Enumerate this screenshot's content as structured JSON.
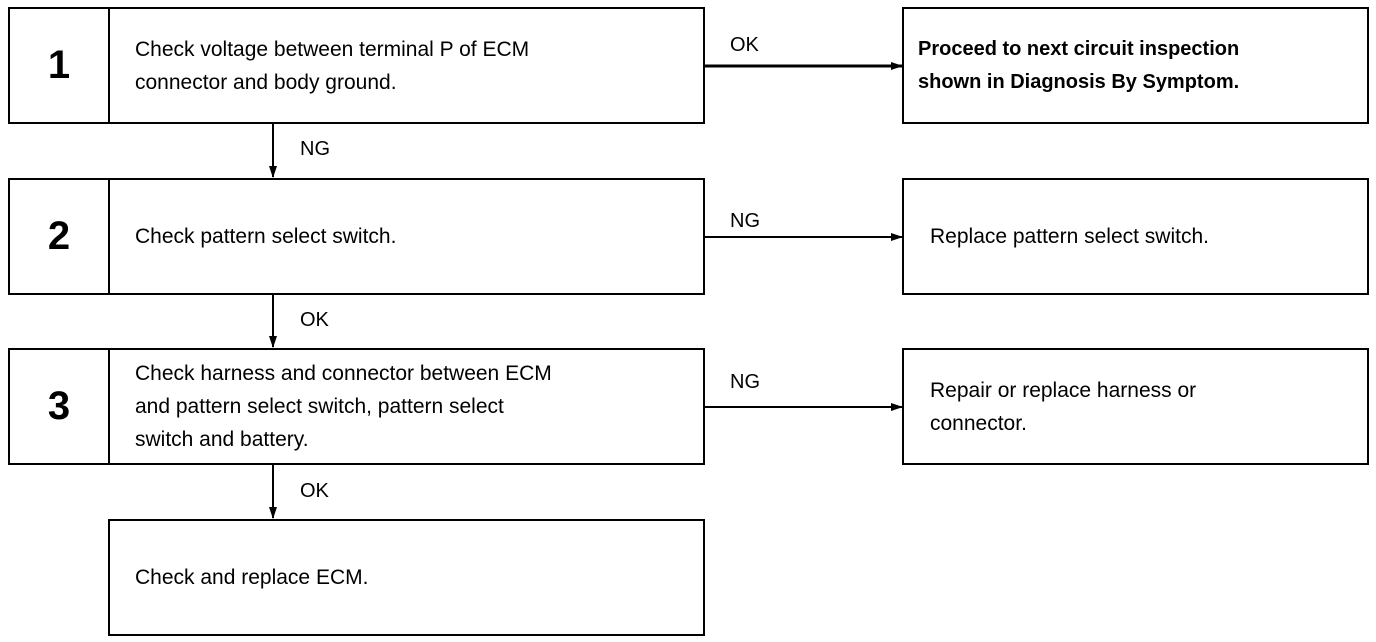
{
  "steps": [
    {
      "number": "1",
      "text": "Check voltage between terminal P of ECM\nconnector and body ground."
    },
    {
      "number": "2",
      "text": "Check pattern select switch."
    },
    {
      "number": "3",
      "text": "Check harness and connector between ECM\nand pattern select switch, pattern select\nswitch and battery."
    }
  ],
  "results": [
    {
      "text": "Proceed to next circuit inspection\nshown in Diagnosis By Symptom."
    },
    {
      "text": "Replace pattern select switch."
    },
    {
      "text": "Repair or replace harness or\nconnector."
    }
  ],
  "final": {
    "text": "Check and replace ECM."
  },
  "branch_labels": {
    "step1_right": "OK",
    "step1_down": "NG",
    "step2_right": "NG",
    "step2_down": "OK",
    "step3_right": "NG",
    "step3_down": "OK"
  }
}
